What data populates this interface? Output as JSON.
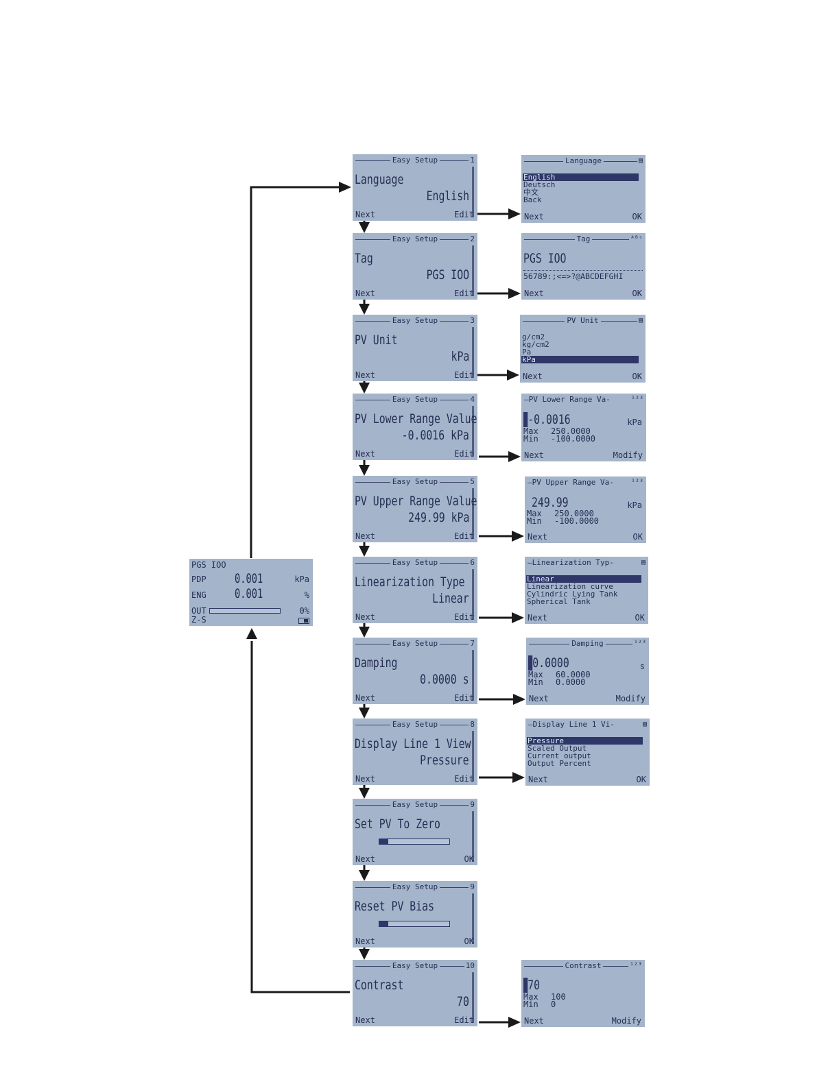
{
  "colors": {
    "lcd_bg": "#a4b4ca",
    "lcd_text": "#262e54",
    "highlight": "#2e3768",
    "arrow": "#1a1a1a"
  },
  "main_display": {
    "tag": "PGS IOO",
    "rows": [
      {
        "label": "PDP",
        "value": "0.001",
        "unit": "kPa"
      },
      {
        "label": "ENG",
        "value": "0.001",
        "unit": "%"
      }
    ],
    "out_label": "OUT",
    "out_percent": "0%",
    "zs_label": "Z-S",
    "lock_icon": "battery-lock-icon"
  },
  "easy_setup": {
    "header": "Easy Setup",
    "next": "Next",
    "edit": "Edit",
    "ok": "OK",
    "screens": [
      {
        "num": "1",
        "param": "Language",
        "value": "English"
      },
      {
        "num": "2",
        "param": "Tag",
        "value": "PGS IOO"
      },
      {
        "num": "3",
        "param": "PV Unit",
        "value": "kPa"
      },
      {
        "num": "4",
        "param": "PV Lower Range Value",
        "value": "-0.0016 kPa"
      },
      {
        "num": "5",
        "param": "PV Upper Range Value",
        "value": "249.99 kPa"
      },
      {
        "num": "6",
        "param": "Linearization Type",
        "value": "Linear"
      },
      {
        "num": "7",
        "param": "Damping",
        "value": "0.0000 s"
      },
      {
        "num": "8",
        "param": "Display Line 1 View",
        "value": "Pressure"
      },
      {
        "num": "9",
        "param": "Set PV To Zero",
        "progress": 0.13
      },
      {
        "num": "9",
        "param": "Reset PV Bias",
        "progress": 0.13
      },
      {
        "num": "10",
        "param": "Contrast",
        "value": "70"
      }
    ]
  },
  "detail": {
    "next": "Next",
    "ok": "OK",
    "modify": "Modify",
    "language": {
      "title": "Language",
      "icon": "list-icon",
      "options": [
        "English",
        "Deutsch",
        "中文",
        "Back"
      ],
      "selected": 0
    },
    "tag": {
      "title": "Tag",
      "icon": "abc-icon",
      "value": "PGS IOO",
      "chars": "56789:;<=>?@ABCDEFGHI"
    },
    "pv_unit": {
      "title": "PV Unit",
      "icon": "list-icon",
      "options": [
        "g/cm2",
        "kg/cm2",
        "Pa",
        "kPa"
      ],
      "selected": 3
    },
    "lower_range": {
      "title": "PV Lower Range Va",
      "icon": "123-icon",
      "value": "-0.0016",
      "unit": "kPa",
      "max_label": "Max",
      "max": "250.0000",
      "min_label": "Min",
      "min": "-100.0000"
    },
    "upper_range": {
      "title": "PV Upper Range Va",
      "icon": "123-icon",
      "value": "249.99",
      "unit": "kPa",
      "max_label": "Max",
      "max": "250.0000",
      "min_label": "Min",
      "min": "-100.0000"
    },
    "linearization": {
      "title": "Linearization Typ",
      "icon": "list-icon",
      "options": [
        "Linear",
        "Linearization curve",
        "Cylindric Lying Tank",
        "Spherical Tank"
      ],
      "selected": 0
    },
    "damping": {
      "title": "Damping",
      "icon": "123-icon",
      "value": "0.0000",
      "unit": "s",
      "max_label": "Max",
      "max": "60.0000",
      "min_label": "Min",
      "min": "0.0000"
    },
    "display_line": {
      "title": "Display Line 1 Vi",
      "icon": "list-icon",
      "options": [
        "Pressure",
        "Scaled Output",
        "Current output",
        "Output Percent"
      ],
      "selected": 0
    },
    "contrast": {
      "title": "Contrast",
      "icon": "123-icon",
      "value": "70",
      "max_label": "Max",
      "max": "100",
      "min_label": "Min",
      "min": "0"
    }
  }
}
